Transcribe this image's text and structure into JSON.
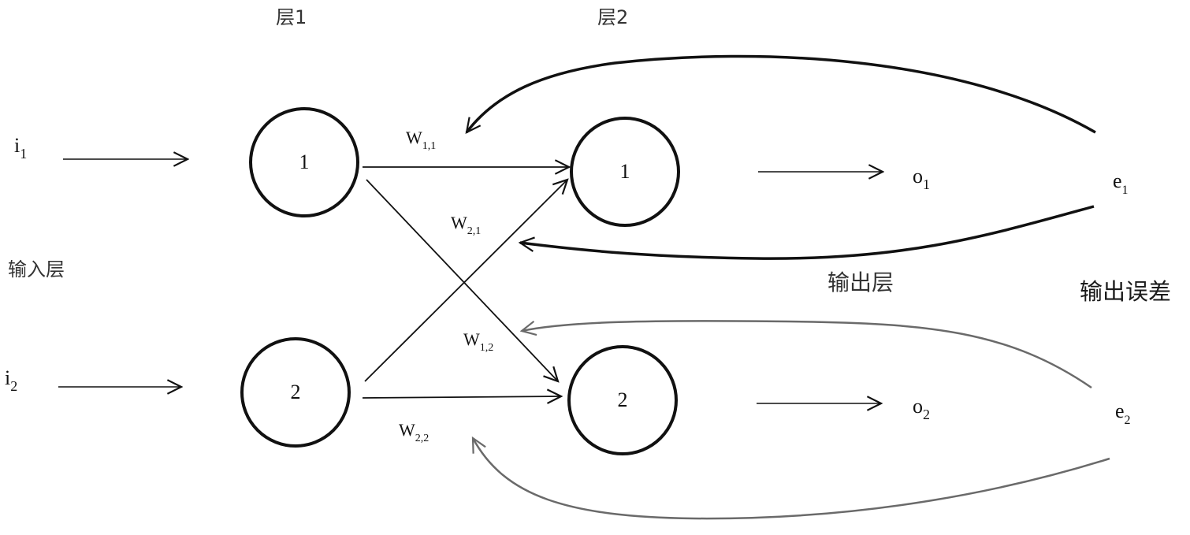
{
  "labels": {
    "layer1": "层1",
    "layer2": "层2",
    "input_layer": "输入层",
    "output_layer": "输出层",
    "output_error": "输出误差"
  },
  "inputs": [
    {
      "main": "i",
      "sub": "1"
    },
    {
      "main": "i",
      "sub": "2"
    }
  ],
  "layer1_nodes": [
    "1",
    "2"
  ],
  "layer2_nodes": [
    "1",
    "2"
  ],
  "outputs": [
    {
      "main": "o",
      "sub": "1"
    },
    {
      "main": "o",
      "sub": "2"
    }
  ],
  "errors": [
    {
      "main": "e",
      "sub": "1"
    },
    {
      "main": "e",
      "sub": "2"
    }
  ],
  "weights": [
    {
      "main": "W",
      "sub": "1,1"
    },
    {
      "main": "W",
      "sub": "2,1"
    },
    {
      "main": "W",
      "sub": "1,2"
    },
    {
      "main": "W",
      "sub": "2,2"
    }
  ],
  "colors": {
    "ink": "#111111",
    "faint_arrow": "#6a6a6a"
  }
}
